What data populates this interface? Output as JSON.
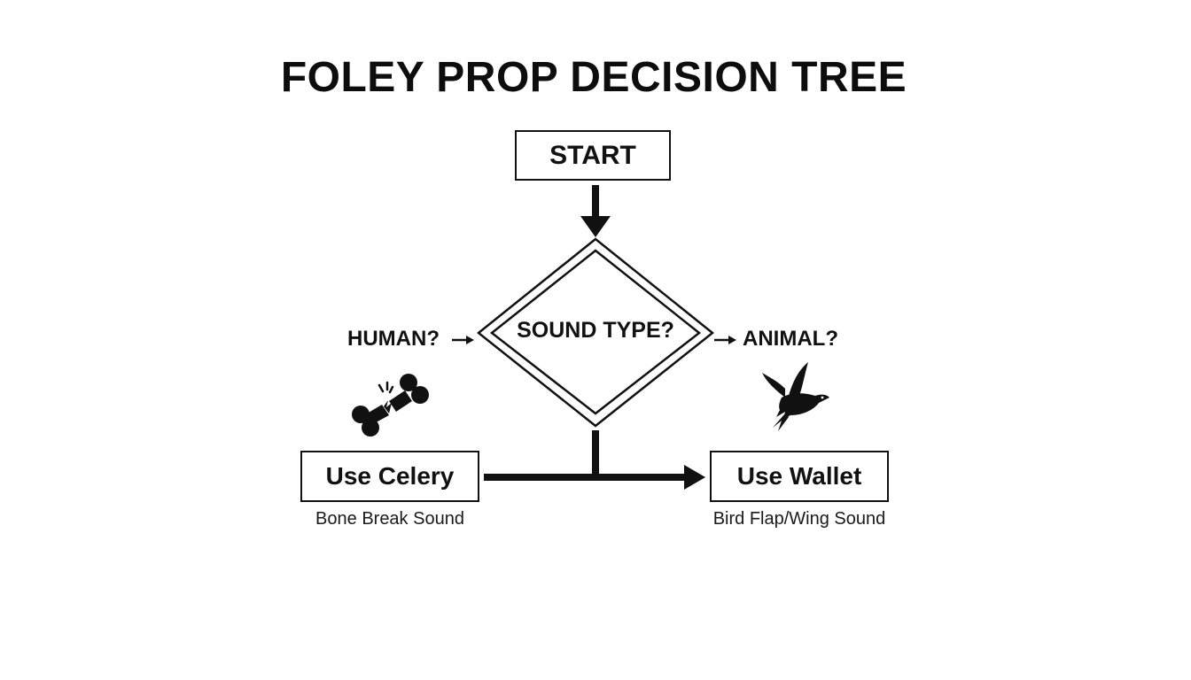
{
  "title": "FOLEY PROP DECISION TREE",
  "nodes": {
    "start": "START",
    "decision": "SOUND TYPE?",
    "left_branch_label": "HUMAN?",
    "right_branch_label": "ANIMAL?",
    "left_result": "Use Celery",
    "left_result_caption": "Bone Break Sound",
    "right_result": "Use Wallet",
    "right_result_caption": "Bird Flap/Wing Sound"
  },
  "icons": {
    "left": "broken-bone-icon",
    "right": "flying-bird-icon"
  },
  "colors": {
    "ink": "#111111",
    "background": "#ffffff"
  }
}
